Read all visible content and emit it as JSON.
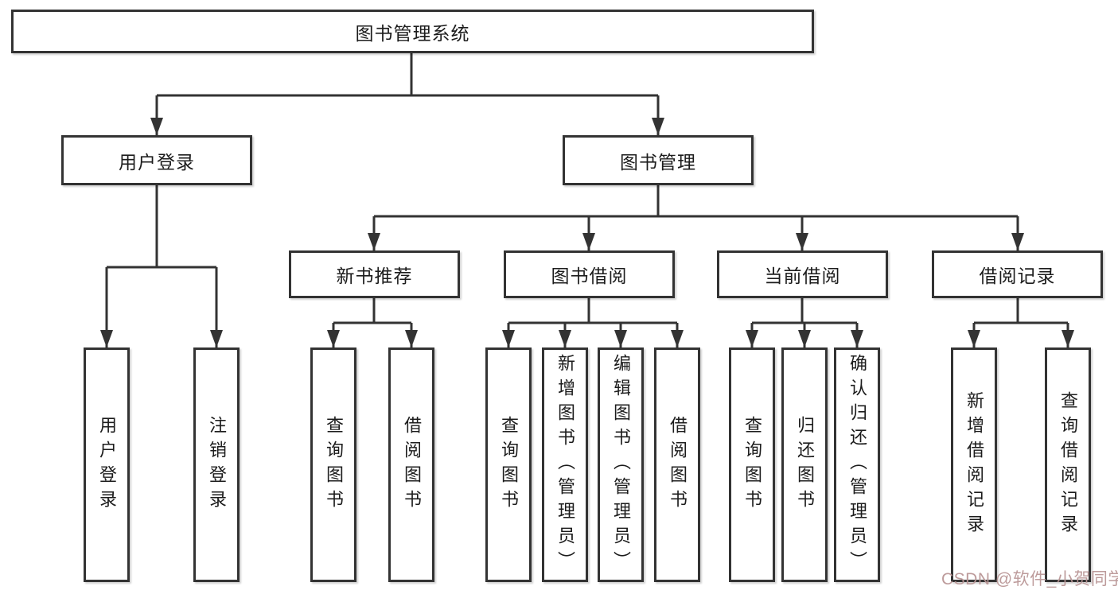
{
  "tree": {
    "root": {
      "label": "图书管理系统"
    },
    "branches": [
      {
        "label": "用户登录",
        "leaves": [
          {
            "label": "用户登录"
          },
          {
            "label": "注销登录"
          }
        ]
      },
      {
        "label": "图书管理",
        "groups": [
          {
            "label": "新书推荐",
            "leaves": [
              {
                "label": "查询图书"
              },
              {
                "label": "借阅图书"
              }
            ]
          },
          {
            "label": "图书借阅",
            "leaves": [
              {
                "label": "查询图书"
              },
              {
                "label": "新增图书（管理员）"
              },
              {
                "label": "编辑图书（管理员）"
              },
              {
                "label": "借阅图书"
              }
            ]
          },
          {
            "label": "当前借阅",
            "leaves": [
              {
                "label": "查询图书"
              },
              {
                "label": "归还图书"
              },
              {
                "label": "确认归还（管理员）"
              }
            ]
          },
          {
            "label": "借阅记录",
            "leaves": [
              {
                "label": "新增借阅记录"
              },
              {
                "label": "查询借阅记录"
              }
            ]
          }
        ]
      }
    ]
  },
  "watermark": {
    "text": "CSDN @软件_小贺同学",
    "color": "#b99696"
  },
  "colors": {
    "line": "#333333",
    "text": "#1c1c1c",
    "background": "#ffffff"
  }
}
